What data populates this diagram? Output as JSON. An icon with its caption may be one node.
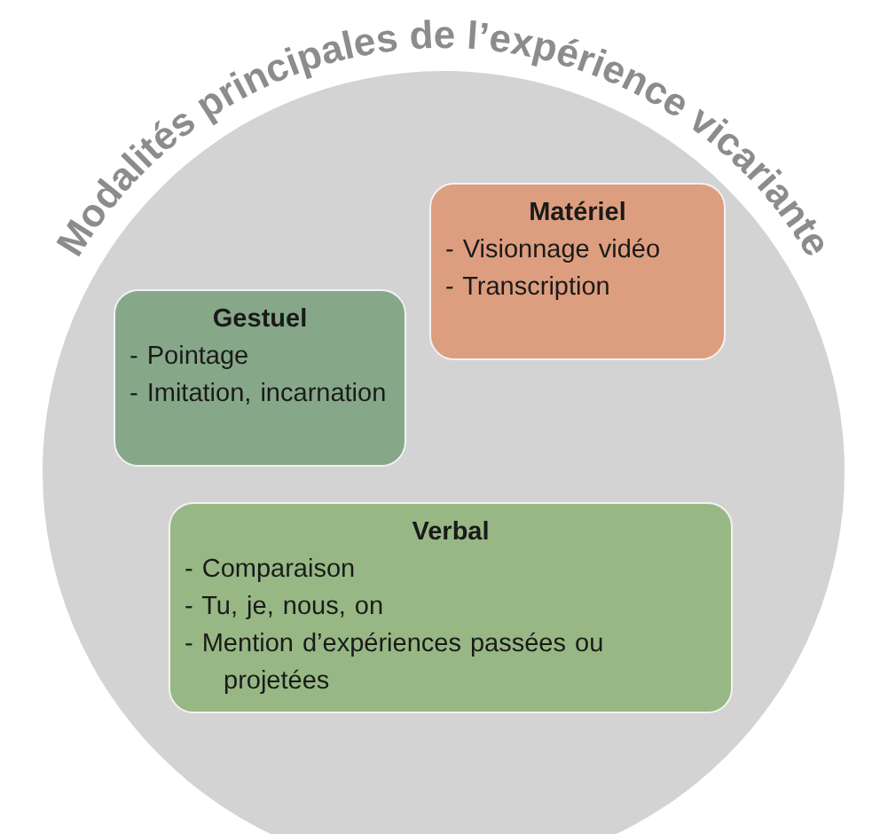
{
  "diagram": {
    "nodes": [
      {
        "text": [
          "Modalités principales de l’expérience vicariante"
        ]
      },
      {
        "text": [
          "Matériel",
          "- Visionnage vidéo",
          "- Transcription"
        ],
        "in": 0
      },
      {
        "text": [
          "Gestuel",
          "- Pointage",
          "- Imitation, incarnation"
        ],
        "in": 0
      },
      {
        "text": [
          "Verbal",
          "- Comparaison",
          "- Tu, je, nous, on",
          "- Mention d’expériences passées ou projetées"
        ],
        "in": 0
      }
    ]
  }
}
